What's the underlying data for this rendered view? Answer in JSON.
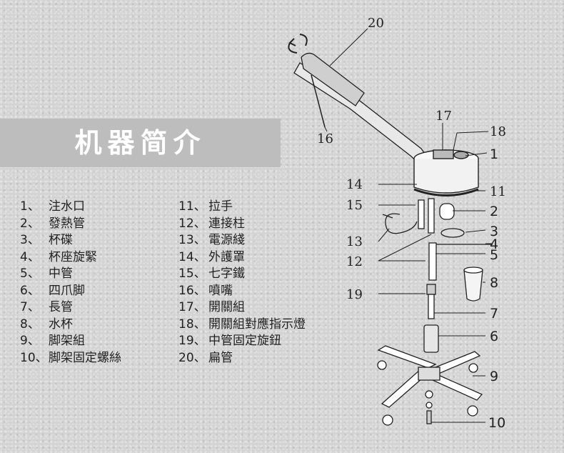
{
  "title": "机器简介",
  "legend_left": [
    {
      "num": "1、",
      "label": "注水口"
    },
    {
      "num": "2、",
      "label": "發熱管"
    },
    {
      "num": "3、",
      "label": "杯碟"
    },
    {
      "num": "4、",
      "label": "杯座旋緊"
    },
    {
      "num": "5、",
      "label": "中管"
    },
    {
      "num": "6、",
      "label": "四爪脚"
    },
    {
      "num": "7、",
      "label": "長管"
    },
    {
      "num": "8、",
      "label": "水杯"
    },
    {
      "num": "9、",
      "label": "脚架組"
    },
    {
      "num": "10、",
      "label": "脚架固定螺絲"
    }
  ],
  "legend_right": [
    {
      "num": "11、",
      "label": "拉手"
    },
    {
      "num": "12、",
      "label": "連接柱"
    },
    {
      "num": "13、",
      "label": "電源綫"
    },
    {
      "num": "14、",
      "label": "外護罩"
    },
    {
      "num": "15、",
      "label": "七字鐵"
    },
    {
      "num": "16、",
      "label": "噴嘴"
    },
    {
      "num": "17、",
      "label": "開關組"
    },
    {
      "num": "18、",
      "label": "開關組對應指示燈"
    },
    {
      "num": "19、",
      "label": "中管固定旋鈕"
    },
    {
      "num": "20、",
      "label": "扁管"
    }
  ],
  "callouts": {
    "c1": "1",
    "c2": "2",
    "c3": "3",
    "c4": "4",
    "c5": "5",
    "c6": "6",
    "c7": "7",
    "c8": "8",
    "c9": "9",
    "c10": "10",
    "c11": "11",
    "c12": "12",
    "c13": "13",
    "c14": "14",
    "c15": "15",
    "c16": "16",
    "c17": "17",
    "c18": "18",
    "c19": "19",
    "c20": "20"
  }
}
